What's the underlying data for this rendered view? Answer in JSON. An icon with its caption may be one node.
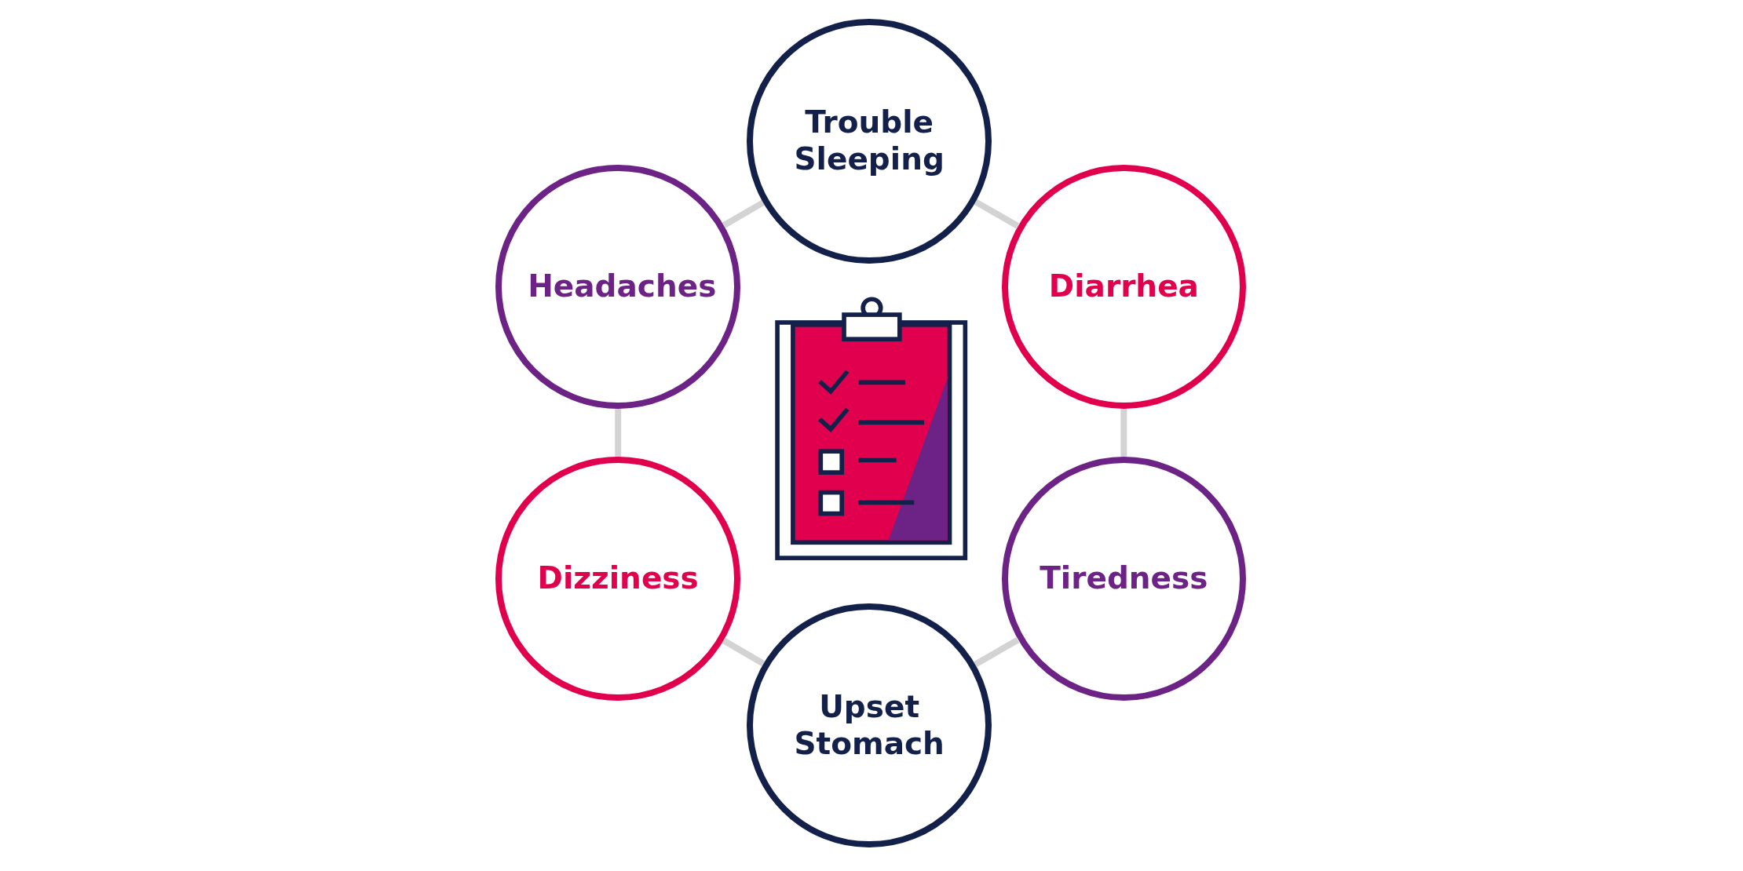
{
  "diagram": {
    "nodes": [
      {
        "text": [
          "Trouble Sleeping"
        ]
      },
      {
        "text": [
          "Headaches"
        ]
      },
      {
        "text": [
          "Diarrhea"
        ]
      },
      {
        "text": [
          "Dizziness"
        ]
      },
      {
        "text": [
          "Tiredness"
        ]
      },
      {
        "text": [
          "Upset Stomach"
        ]
      }
    ],
    "edges": [
      {
        "from": 0,
        "to": 2,
        "arrow": "none"
      },
      {
        "from": 2,
        "to": 4,
        "arrow": "none"
      },
      {
        "from": 4,
        "to": 5,
        "arrow": "none"
      },
      {
        "from": 5,
        "to": 3,
        "arrow": "none"
      },
      {
        "from": 3,
        "to": 1,
        "arrow": "none"
      },
      {
        "from": 1,
        "to": 0,
        "arrow": "none"
      }
    ]
  }
}
